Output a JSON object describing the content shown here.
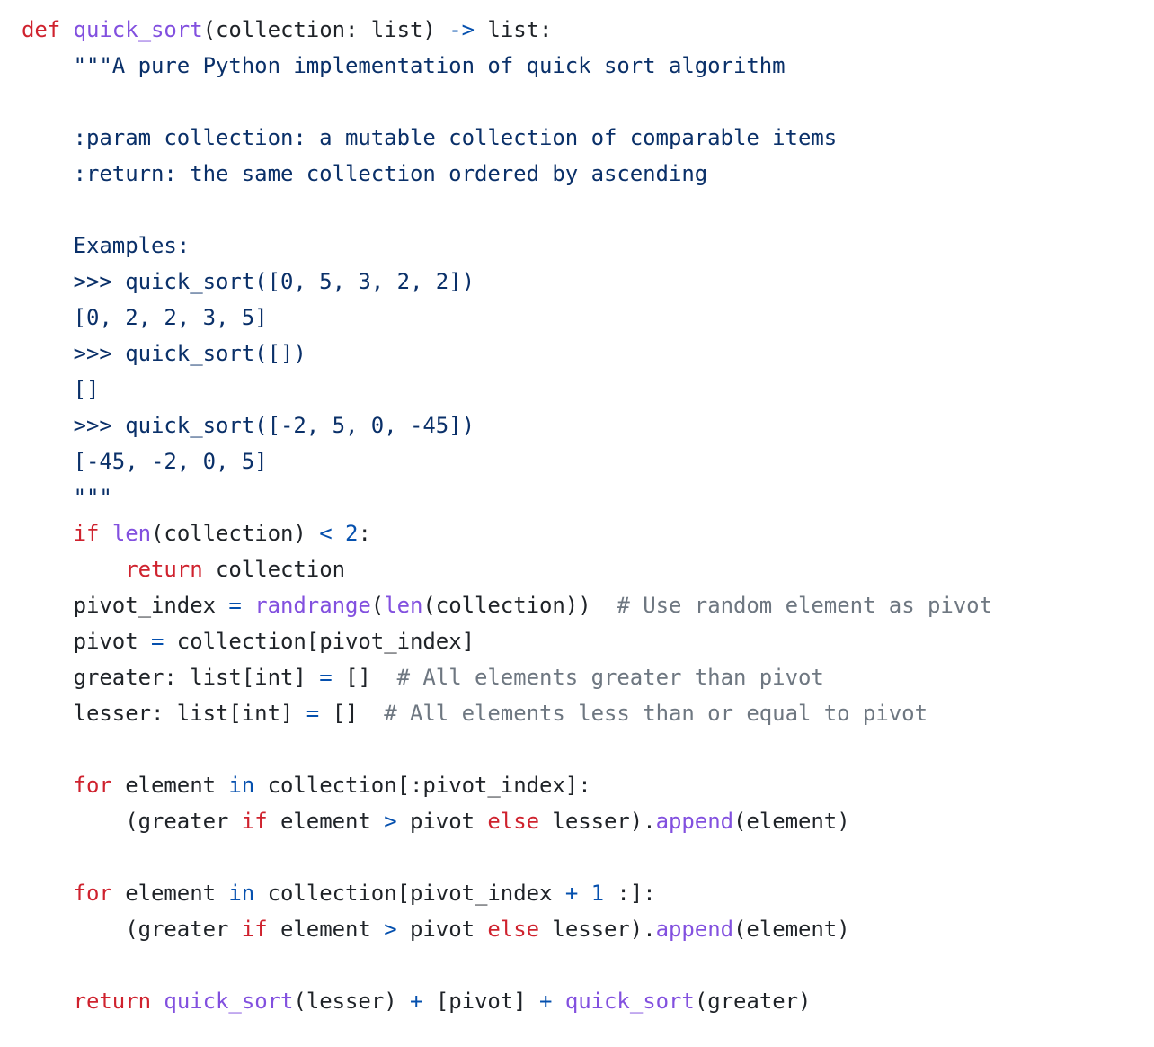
{
  "code": {
    "language": "python",
    "lines": [
      [
        [
          "kw",
          "def"
        ],
        [
          "tx",
          " "
        ],
        [
          "fn",
          "quick_sort"
        ],
        [
          "tx",
          "(collection: list) "
        ],
        [
          "op",
          "->"
        ],
        [
          "tx",
          " list:"
        ]
      ],
      [
        [
          "str",
          "    \"\"\"A pure Python implementation of quick sort algorithm"
        ]
      ],
      [
        [
          "str",
          ""
        ]
      ],
      [
        [
          "str",
          "    :param collection: a mutable collection of comparable items"
        ]
      ],
      [
        [
          "str",
          "    :return: the same collection ordered by ascending"
        ]
      ],
      [
        [
          "str",
          ""
        ]
      ],
      [
        [
          "str",
          "    Examples:"
        ]
      ],
      [
        [
          "str",
          "    >>> quick_sort([0, 5, 3, 2, 2])"
        ]
      ],
      [
        [
          "str",
          "    [0, 2, 2, 3, 5]"
        ]
      ],
      [
        [
          "str",
          "    >>> quick_sort([])"
        ]
      ],
      [
        [
          "str",
          "    []"
        ]
      ],
      [
        [
          "str",
          "    >>> quick_sort([-2, 5, 0, -45])"
        ]
      ],
      [
        [
          "str",
          "    [-45, -2, 0, 5]"
        ]
      ],
      [
        [
          "str",
          "    \"\"\""
        ]
      ],
      [
        [
          "tx",
          "    "
        ],
        [
          "kw",
          "if"
        ],
        [
          "tx",
          " "
        ],
        [
          "fn",
          "len"
        ],
        [
          "tx",
          "(collection) "
        ],
        [
          "op",
          "<"
        ],
        [
          "tx",
          " "
        ],
        [
          "num",
          "2"
        ],
        [
          "tx",
          ":"
        ]
      ],
      [
        [
          "tx",
          "        "
        ],
        [
          "kw",
          "return"
        ],
        [
          "tx",
          " collection"
        ]
      ],
      [
        [
          "tx",
          "    pivot_index "
        ],
        [
          "op",
          "="
        ],
        [
          "tx",
          " "
        ],
        [
          "fn",
          "randrange"
        ],
        [
          "tx",
          "("
        ],
        [
          "fn",
          "len"
        ],
        [
          "tx",
          "(collection))  "
        ],
        [
          "cm",
          "# Use random element as pivot"
        ]
      ],
      [
        [
          "tx",
          "    pivot "
        ],
        [
          "op",
          "="
        ],
        [
          "tx",
          " collection[pivot_index]"
        ]
      ],
      [
        [
          "tx",
          "    greater: list[int] "
        ],
        [
          "op",
          "="
        ],
        [
          "tx",
          " []  "
        ],
        [
          "cm",
          "# All elements greater than pivot"
        ]
      ],
      [
        [
          "tx",
          "    lesser: list[int] "
        ],
        [
          "op",
          "="
        ],
        [
          "tx",
          " []  "
        ],
        [
          "cm",
          "# All elements less than or equal to pivot"
        ]
      ],
      [
        [
          "tx",
          ""
        ]
      ],
      [
        [
          "tx",
          "    "
        ],
        [
          "kw",
          "for"
        ],
        [
          "tx",
          " element "
        ],
        [
          "op",
          "in"
        ],
        [
          "tx",
          " collection[:pivot_index]:"
        ]
      ],
      [
        [
          "tx",
          "        (greater "
        ],
        [
          "kw",
          "if"
        ],
        [
          "tx",
          " element "
        ],
        [
          "op",
          ">"
        ],
        [
          "tx",
          " pivot "
        ],
        [
          "kw",
          "else"
        ],
        [
          "tx",
          " lesser)."
        ],
        [
          "fn",
          "append"
        ],
        [
          "tx",
          "(element)"
        ]
      ],
      [
        [
          "tx",
          ""
        ]
      ],
      [
        [
          "tx",
          "    "
        ],
        [
          "kw",
          "for"
        ],
        [
          "tx",
          " element "
        ],
        [
          "op",
          "in"
        ],
        [
          "tx",
          " collection[pivot_index "
        ],
        [
          "op",
          "+"
        ],
        [
          "tx",
          " "
        ],
        [
          "num",
          "1"
        ],
        [
          "tx",
          " :]:"
        ]
      ],
      [
        [
          "tx",
          "        (greater "
        ],
        [
          "kw",
          "if"
        ],
        [
          "tx",
          " element "
        ],
        [
          "op",
          ">"
        ],
        [
          "tx",
          " pivot "
        ],
        [
          "kw",
          "else"
        ],
        [
          "tx",
          " lesser)."
        ],
        [
          "fn",
          "append"
        ],
        [
          "tx",
          "(element)"
        ]
      ],
      [
        [
          "tx",
          ""
        ]
      ],
      [
        [
          "tx",
          "    "
        ],
        [
          "kw",
          "return"
        ],
        [
          "tx",
          " "
        ],
        [
          "fn",
          "quick_sort"
        ],
        [
          "tx",
          "(lesser) "
        ],
        [
          "op",
          "+"
        ],
        [
          "tx",
          " [pivot] "
        ],
        [
          "op",
          "+"
        ],
        [
          "tx",
          " "
        ],
        [
          "fn",
          "quick_sort"
        ],
        [
          "tx",
          "(greater)"
        ]
      ]
    ]
  },
  "colors": {
    "keyword": "#cf222e",
    "function": "#8250df",
    "operator": "#0550ae",
    "string": "#0a3069",
    "comment": "#6e7781",
    "text": "#1f2328",
    "background": "#ffffff"
  }
}
